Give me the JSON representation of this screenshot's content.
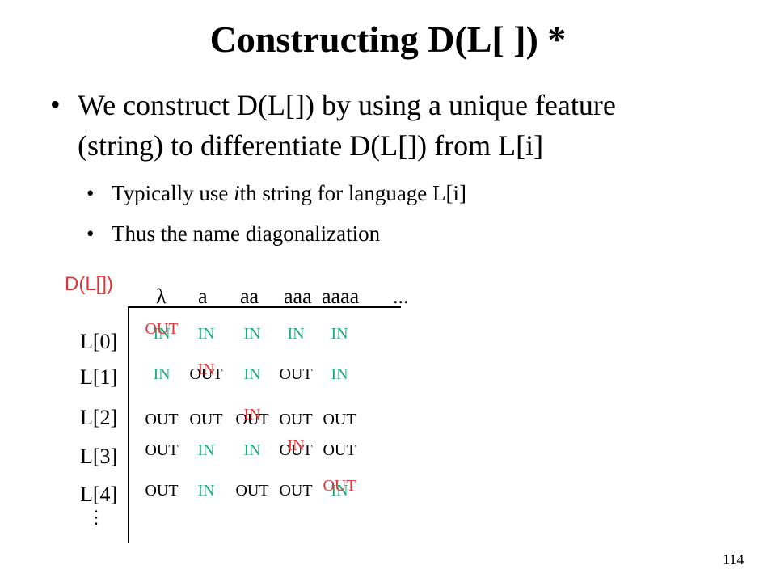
{
  "slide": {
    "title": "Constructing D(L[ ])   *",
    "bullet1_line1": "We construct D(L[]) by using a unique feature",
    "bullet1_line2": "(string) to differentiate D(L[]) from L[i]",
    "sub1_pre": "Typically use ",
    "sub1_em": "i",
    "sub1_post": "th string for language L[i]",
    "sub2": "Thus the name diagonalization",
    "page_number": "114"
  },
  "table": {
    "diag_label": "D(L[])",
    "columns": [
      "λ",
      "a",
      "aa",
      "aaa",
      "aaaa",
      "..."
    ],
    "rows": [
      {
        "label": "L[0]",
        "cells": [
          "IN",
          "IN",
          "IN",
          "IN",
          "IN"
        ],
        "diag": "OUT"
      },
      {
        "label": "L[1]",
        "cells": [
          "IN",
          "OUT",
          "IN",
          "OUT",
          "IN"
        ],
        "diag": "IN"
      },
      {
        "label": "L[2]",
        "cells": [
          "OUT",
          "OUT",
          "OUT",
          "OUT",
          "OUT"
        ],
        "diag": "IN"
      },
      {
        "label": "L[3]",
        "cells": [
          "OUT",
          "IN",
          "IN",
          "OUT",
          "OUT"
        ],
        "diag": "IN"
      },
      {
        "label": "L[4]",
        "cells": [
          "OUT",
          "IN",
          "OUT",
          "OUT",
          "IN"
        ],
        "diag": "OUT"
      }
    ],
    "more_rows": "⋮"
  },
  "colors": {
    "in": "#1faa7a",
    "out": "#000000",
    "diagonal": "#e0353a"
  }
}
